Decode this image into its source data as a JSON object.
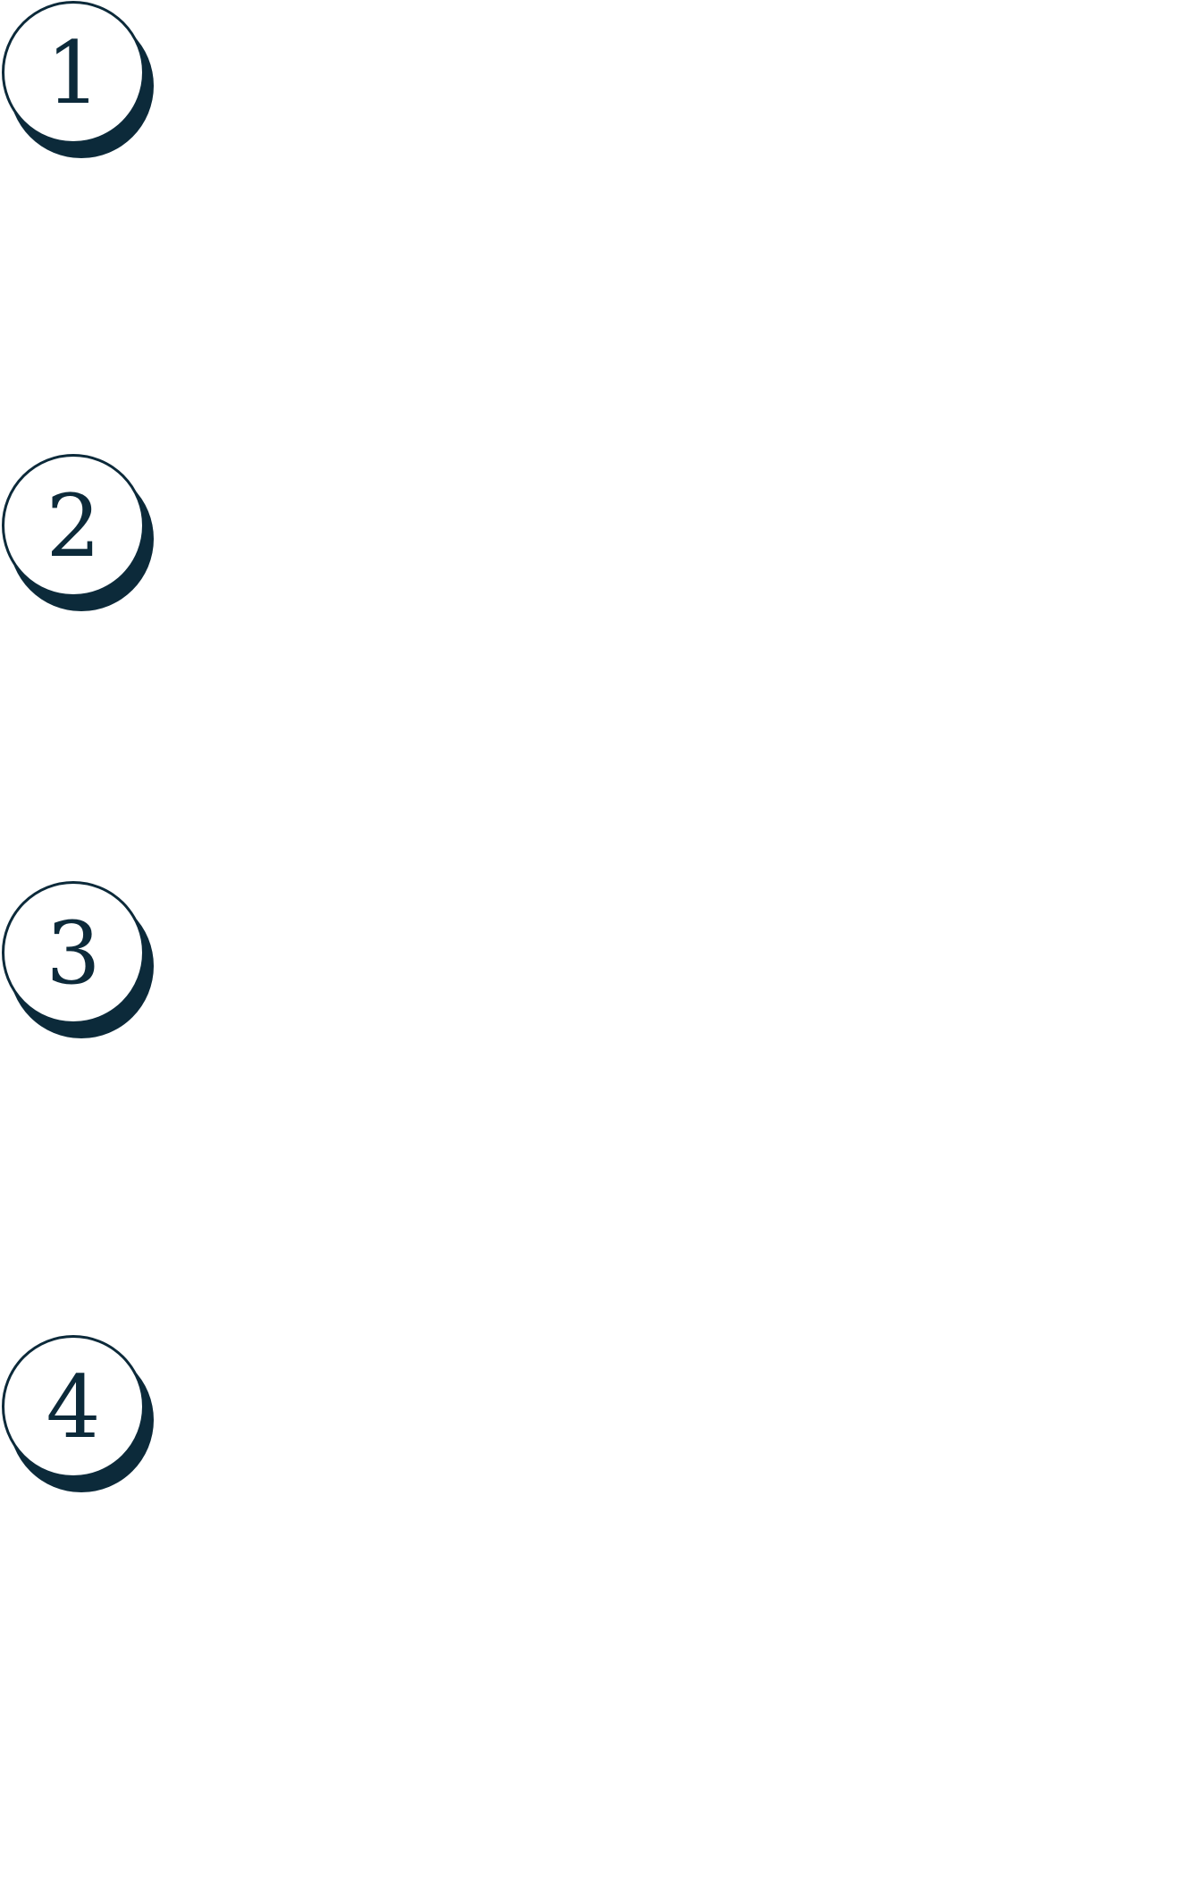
{
  "steps": [
    {
      "number": "1"
    },
    {
      "number": "2"
    },
    {
      "number": "3"
    },
    {
      "number": "4"
    }
  ],
  "colors": {
    "ink": "#0c2a3a",
    "background": "#ffffff"
  }
}
